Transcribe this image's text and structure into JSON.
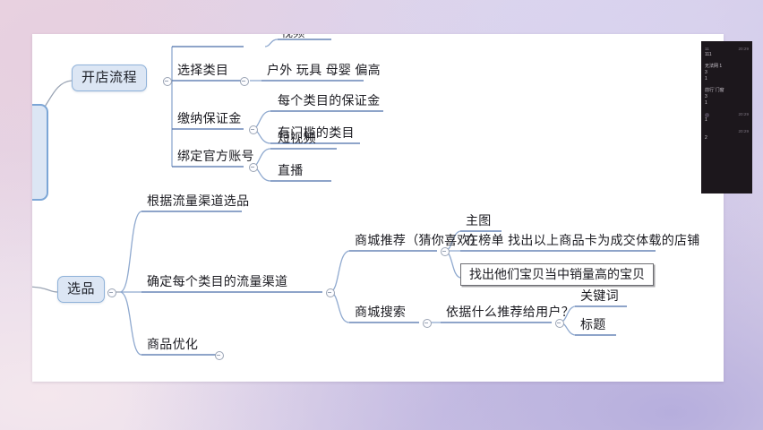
{
  "app": {
    "kind": "mindmap-video-frame",
    "canvas_background": "#ffffff",
    "node_fill": "#dce6f4",
    "node_border": "#8fb2d9",
    "branch_color": "#4b6ea9",
    "selection_border": "#6e6e73"
  },
  "mindmap": {
    "root": {
      "label": "",
      "note": "clipped at left edge"
    },
    "branches": [
      {
        "id": "branch-kaidian",
        "label": "开店流程",
        "style": "boxed",
        "children": [
          {
            "id": "n-clipped",
            "label": "视频",
            "style": "plain",
            "clipped": true
          },
          {
            "id": "n-leimu",
            "label": "选择类目",
            "style": "plain",
            "children": [
              {
                "id": "n-leimu-list",
                "label": "户外 玩具 母婴 偏高",
                "style": "plain"
              }
            ]
          },
          {
            "id": "n-baozheng",
            "label": "缴纳保证金",
            "style": "plain",
            "children": [
              {
                "id": "n-bz-1",
                "label": "每个类目的保证金",
                "style": "plain"
              },
              {
                "id": "n-bz-2",
                "label": "有门槛的类目",
                "style": "plain"
              }
            ]
          },
          {
            "id": "n-bangding",
            "label": "绑定官方账号",
            "style": "plain",
            "children": [
              {
                "id": "n-bd-1",
                "label": "短视频",
                "style": "plain"
              },
              {
                "id": "n-bd-2",
                "label": "直播",
                "style": "plain"
              }
            ]
          }
        ]
      },
      {
        "id": "branch-xuanpin",
        "label": "选品",
        "style": "boxed",
        "children": [
          {
            "id": "n-gen-liuliang",
            "label": "根据流量渠道选品",
            "style": "plain"
          },
          {
            "id": "n-queding",
            "label": "确定每个类目的流量渠道",
            "style": "plain",
            "children": [
              {
                "id": "n-shangcheng-tuijian",
                "label": "商城推荐（猜你喜欢）",
                "style": "plain",
                "children": [
                  {
                    "id": "n-zhutu",
                    "label": "主图",
                    "style": "plain"
                  },
                  {
                    "id": "n-bangdan",
                    "label": "在榜单 找出以上商品卡为成交体载的店铺",
                    "style": "plain"
                  },
                  {
                    "id": "n-zhaochu",
                    "label": "找出他们宝贝当中销量高的宝贝",
                    "style": "selected",
                    "selected": true
                  }
                ]
              },
              {
                "id": "n-shangcheng-sousuo",
                "label": "商城搜索",
                "style": "plain",
                "children": [
                  {
                    "id": "n-yiju",
                    "label": "依据什么推荐给用户？",
                    "style": "plain",
                    "children": [
                      {
                        "id": "n-guanjianci",
                        "label": "关键词",
                        "style": "plain"
                      },
                      {
                        "id": "n-biaoti",
                        "label": "标题",
                        "style": "plain"
                      }
                    ]
                  }
                ]
              }
            ]
          },
          {
            "id": "n-shangpin-youhua",
            "label": "商品优化",
            "style": "plain"
          }
        ]
      }
    ]
  },
  "chat_panel": {
    "header_left": "",
    "header_right": "",
    "messages": [
      {
        "name": "11",
        "time": "20:29",
        "text": "111"
      },
      {
        "name": "",
        "time": "",
        "text": "无法网 1"
      },
      {
        "name": "",
        "time": "",
        "text": "3"
      },
      {
        "name": "",
        "time": "",
        "text": "1"
      },
      {
        "name": "",
        "time": "",
        "text": "前行`门窗"
      },
      {
        "name": "",
        "time": "",
        "text": "3"
      },
      {
        "name": "",
        "time": "",
        "text": "1"
      },
      {
        "name": "",
        "time": "20:29",
        "text": "1",
        "avatar": true
      },
      {
        "name": "",
        "time": "20:29",
        "text": "2"
      }
    ]
  }
}
